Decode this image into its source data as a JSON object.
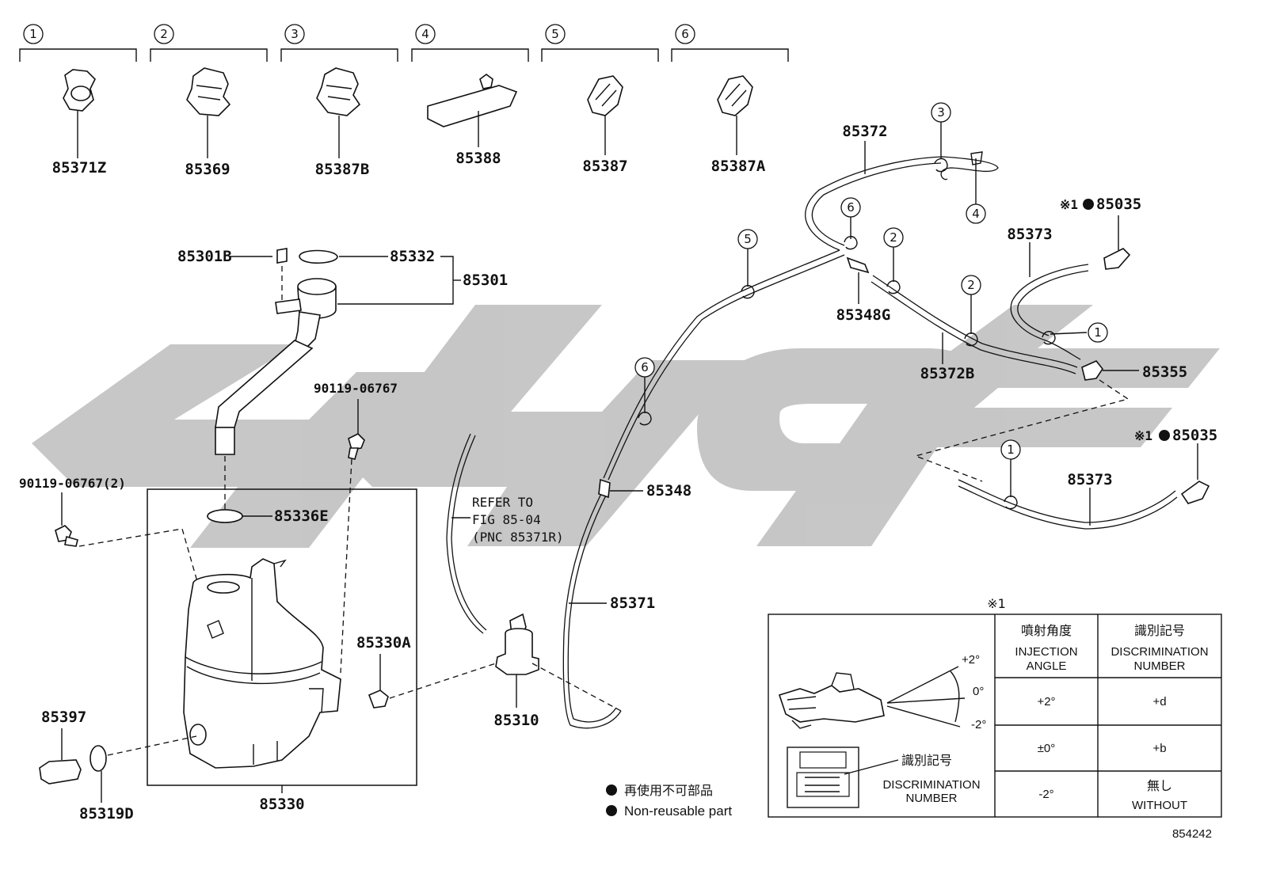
{
  "callouts": {
    "c1": "1",
    "c2": "2",
    "c3": "3",
    "c4": "4",
    "c5": "5",
    "c6": "6"
  },
  "header_parts": {
    "p1": "85371Z",
    "p2": "85369",
    "p3": "85387B",
    "p4": "85388",
    "p5": "85387",
    "p6": "85387A"
  },
  "parts": {
    "filler_pin": "85301B",
    "cap": "85332",
    "inlet": "85301",
    "bolt_top": "90119-06767",
    "bolt_left": "90119-06767(2)",
    "grommet": "85336E",
    "pump_grommet": "85330A",
    "tank": "85330",
    "level_sensor": "85397",
    "sensor_grommet": "85319D",
    "pump": "85310",
    "hose_main": "85371",
    "joint": "85348",
    "joint_g": "85348G",
    "hose_upper": "85372",
    "hose_b": "85372B",
    "hose_side_a": "85373",
    "hose_side_b": "85373",
    "nozzle_a": "85035",
    "nozzle_b": "85035",
    "check_valve": "85355",
    "ref_mark_a": "※1",
    "ref_mark_b": "※1"
  },
  "refer_note": [
    "REFER TO",
    "FIG 85-04",
    "(PNC 85371R)"
  ],
  "table": {
    "mark": "※1",
    "col1_jp": "噴射角度",
    "col1_en": [
      "INJECTION",
      "ANGLE"
    ],
    "col2_jp": "識別記号",
    "col2_en": [
      "DISCRIMINATION",
      "NUMBER"
    ],
    "rows": [
      {
        "angle": "+2°",
        "mark": "+d"
      },
      {
        "angle": "±0°",
        "mark": "+b"
      },
      {
        "angle": "-2°",
        "mark_jp": "無し",
        "mark": "WITHOUT"
      }
    ],
    "angles": {
      "up": "+2°",
      "mid": "0°",
      "down": "-2°"
    },
    "disc_jp": "識別記号",
    "disc_en": [
      "DISCRIMINATION",
      "NUMBER"
    ]
  },
  "legend": {
    "jp": "再使用不可部品",
    "en": "Non-reusable part"
  },
  "figure_number": "854242",
  "watermark_color": "#c4c4c4"
}
